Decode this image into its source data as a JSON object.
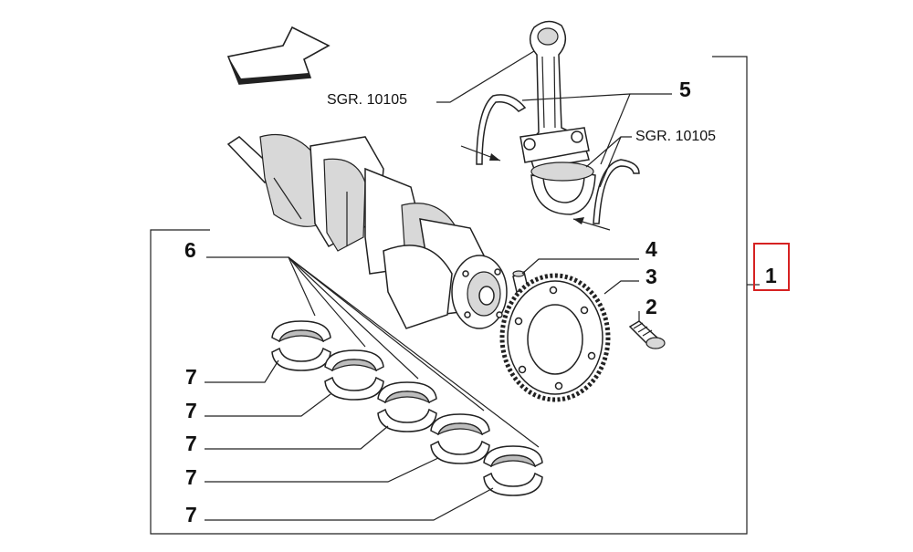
{
  "diagram": {
    "highlight_color": "#d62222",
    "line_color": "#222222",
    "callouts": {
      "c1": "1",
      "c2": "2",
      "c3": "3",
      "c4": "4",
      "c5": "5",
      "c6": "6",
      "c7a": "7",
      "c7b": "7",
      "c7c": "7",
      "c7d": "7",
      "c7e": "7"
    },
    "references": {
      "r1": "SGR. 10105",
      "r2": "SGR. 10105"
    }
  }
}
